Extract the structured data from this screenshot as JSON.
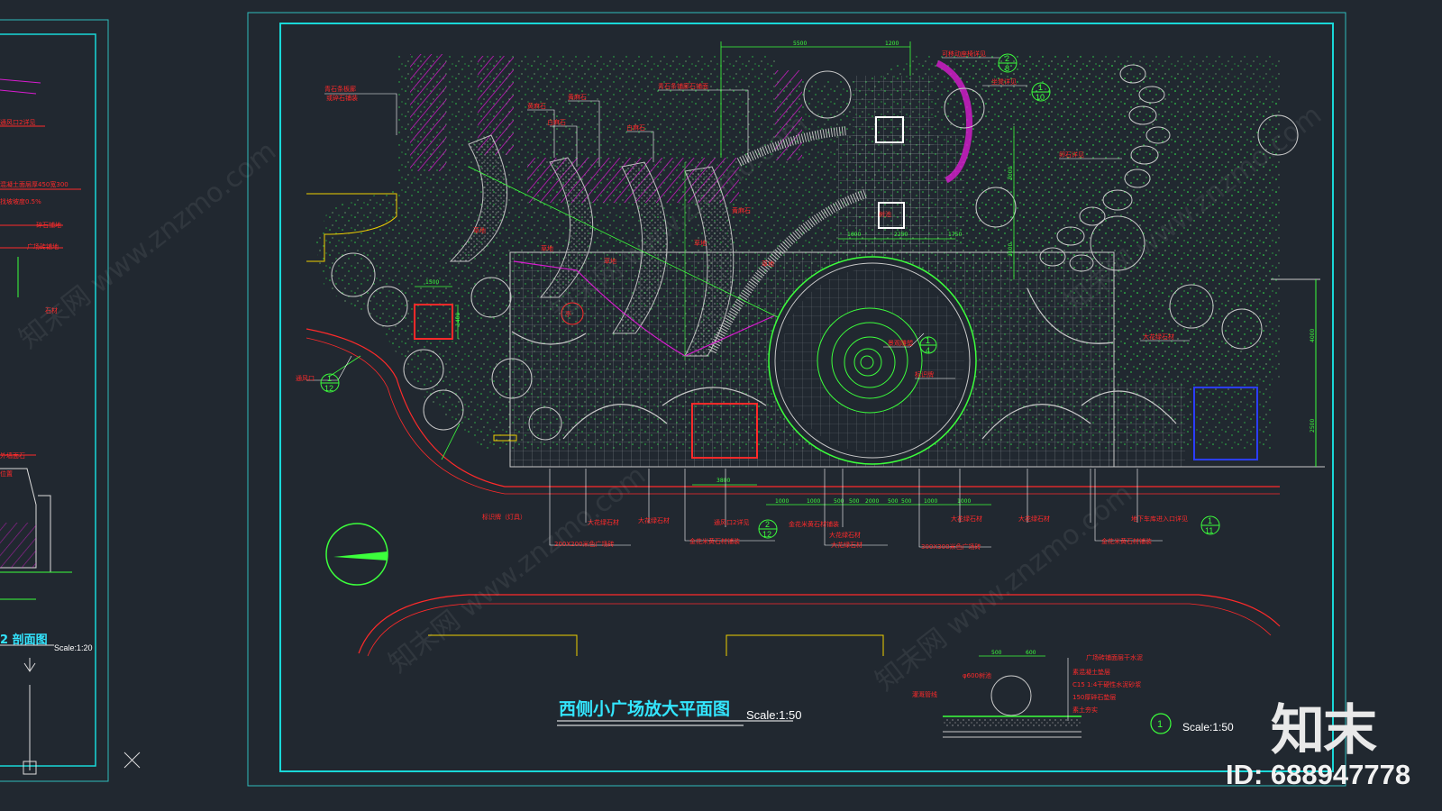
{
  "drawing": {
    "title": "西侧小广场放大平面图",
    "scale": "Scale:1:50",
    "detail_scale": "Scale:1:50",
    "detail_number": "1",
    "left_title": "2 剖面图",
    "left_scale": "Scale:1:20"
  },
  "labels": {
    "top_left_1": "青石条板廊",
    "top_left_2": "或碎石铺装",
    "huang_1": "黄麻石",
    "huang_2": "黄麻石",
    "bai_1": "白麻石",
    "bai_2": "白麻石",
    "qing_zhan": "青石条铺廊石铺面",
    "ke_xie": "可移动座椅详见",
    "zuo_yi": "坐凳详见",
    "nuan_shi": "卵石详见",
    "cao_1": "草地",
    "cao_2": "草地",
    "cao_3": "草地",
    "cao_4": "草地",
    "cao_5": "草地",
    "huang_ma": "黄麻石",
    "shu_chi": "树池",
    "ting": "亭",
    "tong_feng": "通风口",
    "da_hua_right": "大花绿石材",
    "jing_guan": "景观雕塑",
    "biao_shi": "标识牌",
    "bottom": [
      "标识牌（灯具）",
      "大花绿石材",
      "大花绿石材",
      "通风口2详见",
      "金花米黄石材铺装",
      "大花绿石材",
      "大花绿石材",
      "大花绿石材",
      "地下车库进入口详见"
    ],
    "bottom2": [
      "200X200米色广场砖",
      "金花米黄石材铺装",
      "大花绿石材",
      "300X300米色广场砖",
      "金花米黄石材铺装"
    ],
    "left_sheet": [
      "通风口2详见",
      "混凝土面层厚450宽300",
      "找坡坡度0.5%",
      "碎石铺地",
      "广场砖铺地",
      "石材",
      "外墙面石",
      "位置"
    ]
  },
  "dimensions": {
    "top": [
      "5500",
      "1200"
    ],
    "mid": [
      "1500",
      "1400",
      "1600",
      "2250",
      "1750",
      "3000",
      "3600",
      "4000",
      "2500",
      "3800"
    ],
    "bottom_row": [
      "1000",
      "1000",
      "500",
      "500",
      "2000",
      "500",
      "500",
      "1000",
      "1000"
    ]
  },
  "callouts": [
    {
      "num": "2",
      "sheet": "8"
    },
    {
      "num": "1",
      "sheet": "10"
    },
    {
      "num": "1",
      "sheet": "12"
    },
    {
      "num": "2",
      "sheet": "12"
    },
    {
      "num": "1",
      "sheet": "11"
    },
    {
      "num": "1",
      "sheet": "4"
    }
  ],
  "detail": {
    "dims": [
      "500",
      "600"
    ],
    "labels": [
      "广场砖铺面层干水泥",
      "素混凝土垫层",
      "C15 1:4干硬性水泥砂浆",
      "150厚碎石垫层",
      "素土夯实"
    ],
    "left": "灌溉管线",
    "tree": "φ600树池"
  },
  "brand": {
    "logo": "知末",
    "id": "ID: 688947778",
    "watermark": "知末网 www.znzmo.com"
  },
  "colors": {
    "background": "#212830",
    "frame": "#19d8d8",
    "annotation": "#ff2a2a",
    "dimension": "#3cff3c",
    "paving": "#9aa0a6",
    "hatch": "#d81ccf"
  }
}
